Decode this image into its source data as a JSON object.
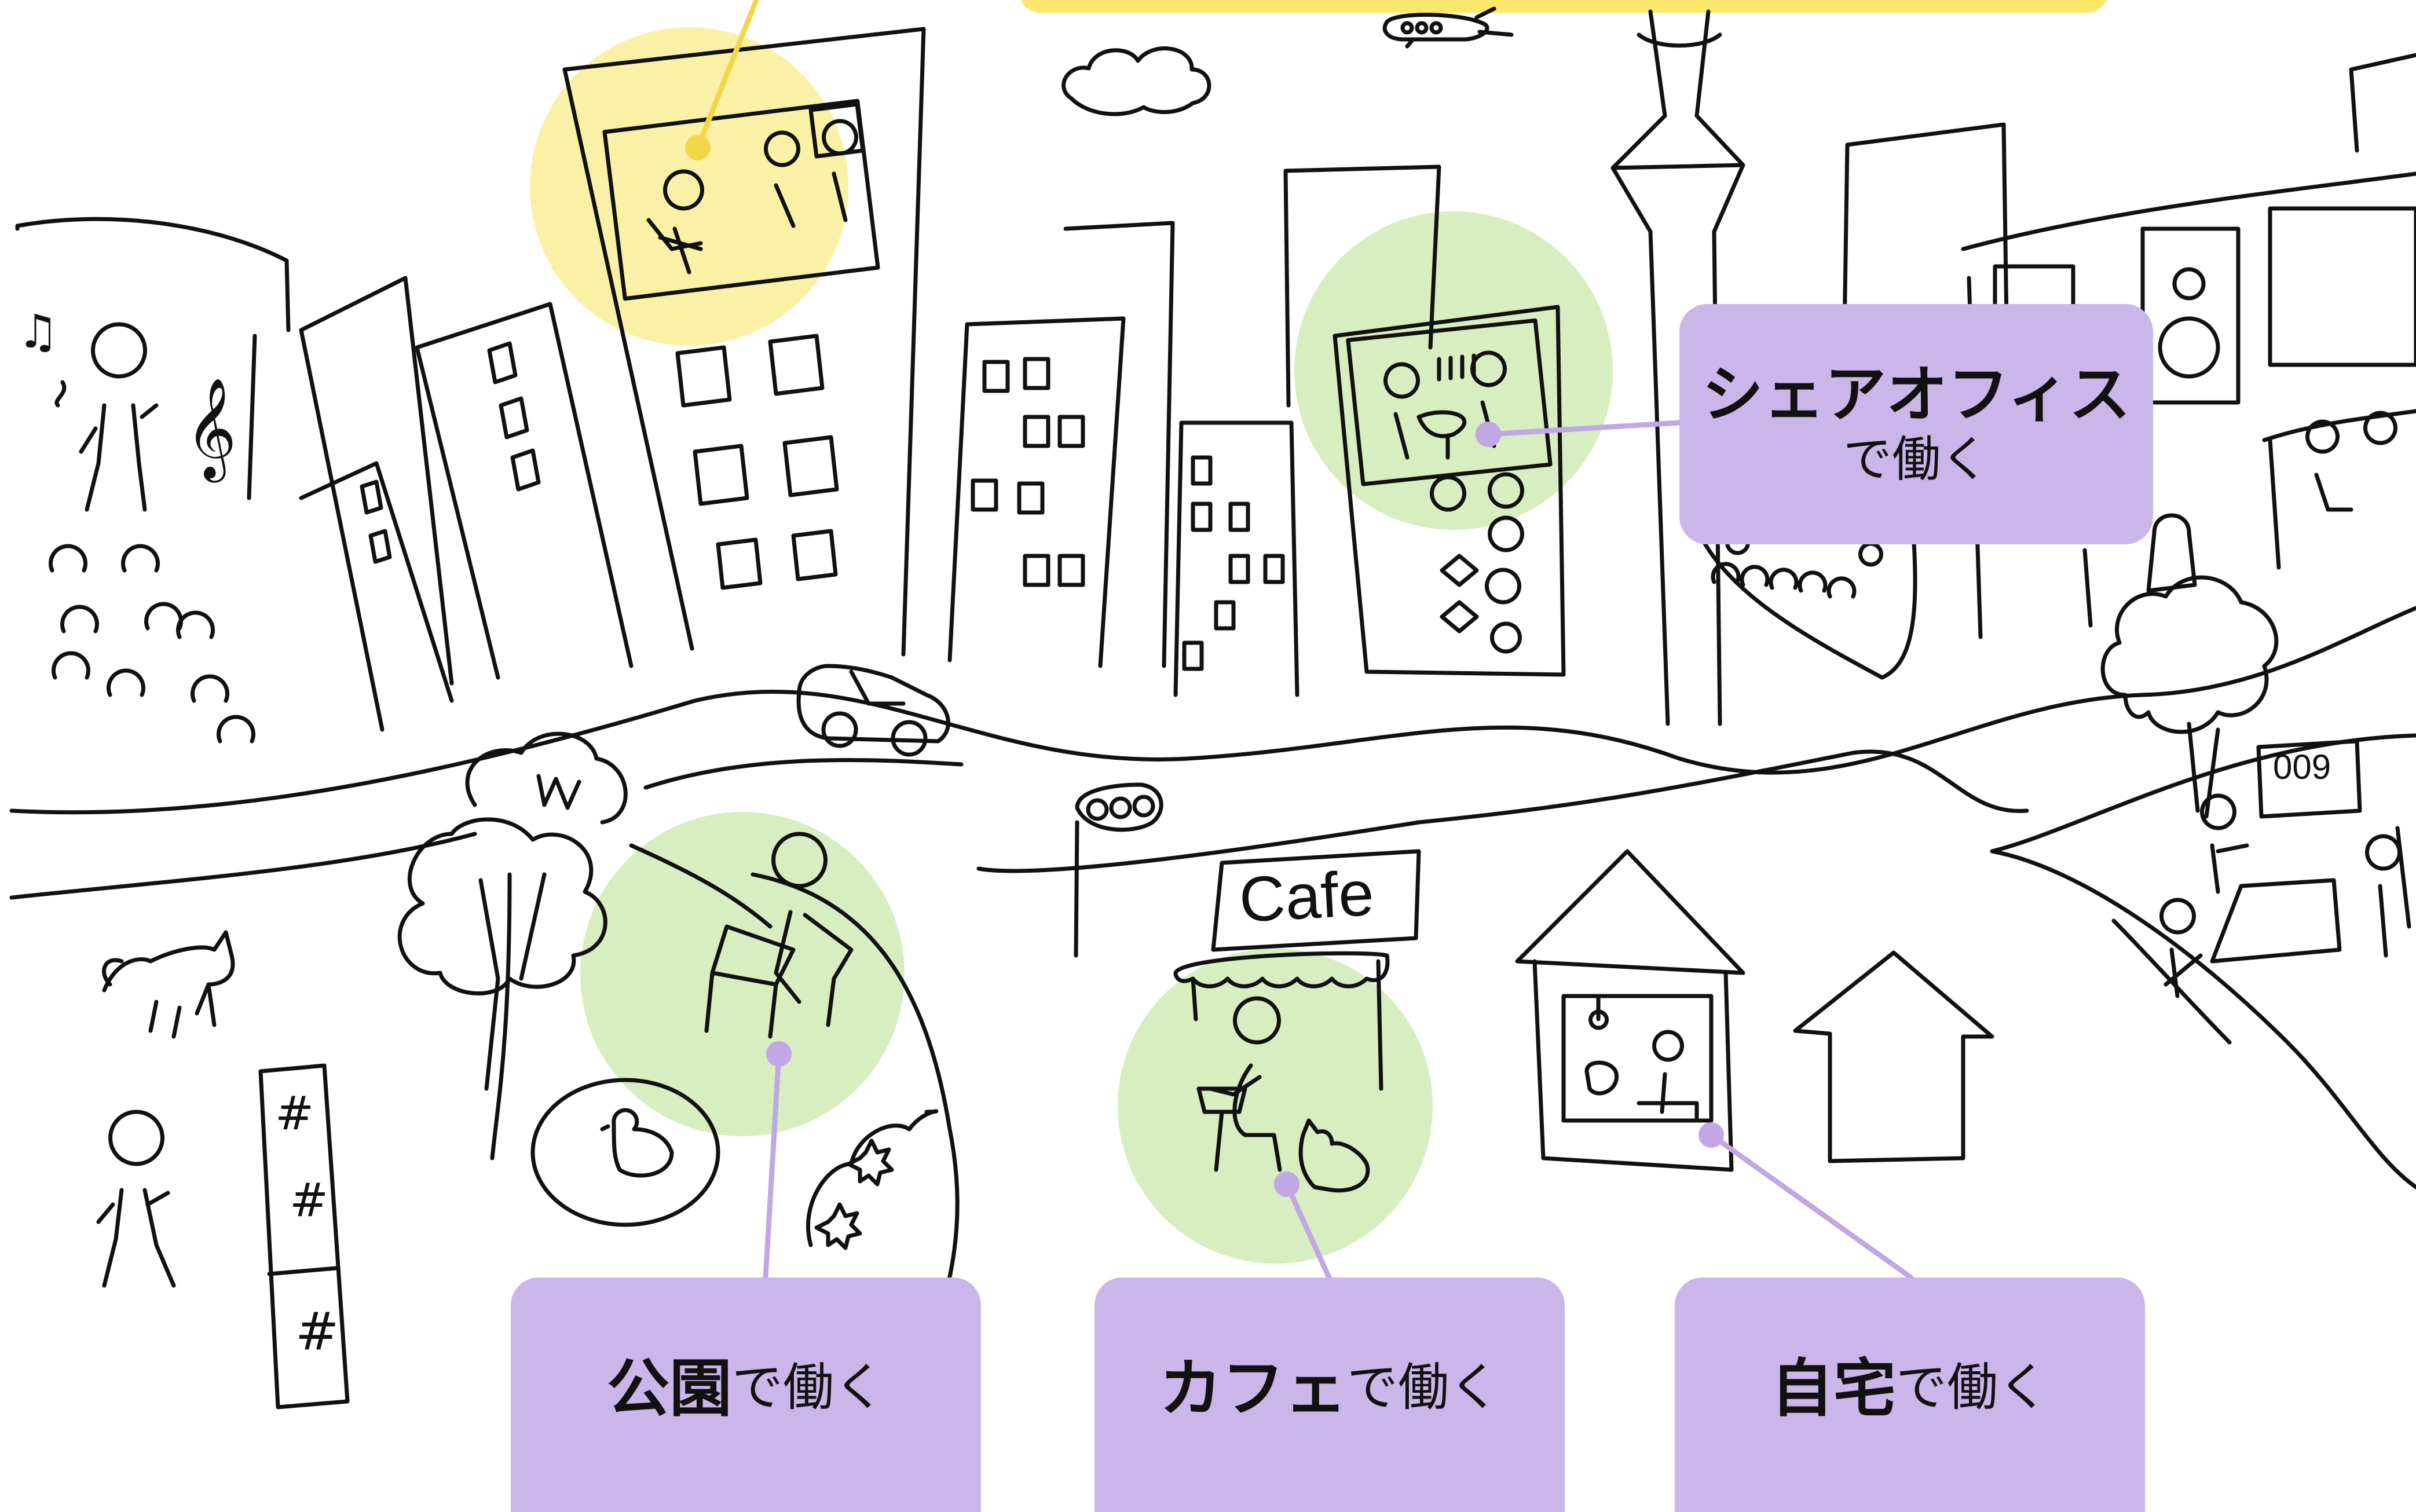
{
  "labels": {
    "share_office": {
      "place": "シェアオフィス",
      "suffix": "で働く"
    },
    "park": {
      "place": "公園",
      "suffix": "で働く"
    },
    "cafe": {
      "place": "カフェ",
      "suffix": "で働く"
    },
    "home": {
      "place": "自宅",
      "suffix": "で働く"
    }
  },
  "signs": {
    "cafe_sign": "Cafe",
    "bus_stop_number": "009"
  },
  "colors": {
    "label_fill": "#cab6e8",
    "highlight_green": "#d6eec0",
    "highlight_yellow": "#fbf1a6",
    "top_banner_yellow": "#fbe76a",
    "connector_purple": "#c1a7e4",
    "connector_yellow": "#f2d64a",
    "ink": "#111111"
  },
  "icons": {
    "music_note": "♫",
    "treble_clef": "𝄞",
    "hash_mark": "#"
  }
}
